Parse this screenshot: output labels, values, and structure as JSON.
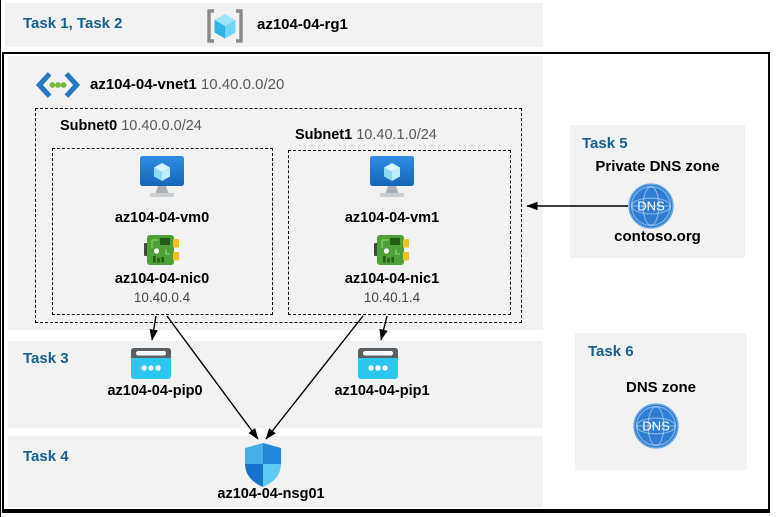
{
  "colors": {
    "band_gray": "#f1f2f1",
    "task_blue": "#17608f",
    "frame_black": "#000000",
    "vm_blue": "#1e78d2",
    "nic_green": "#4ea138",
    "pip_cyan": "#2cc7ec",
    "dns_blue": "#2e7dd2"
  },
  "header": {
    "tasks_label": "Task 1, Task 2",
    "resource_group": "az104-04-rg1"
  },
  "vnet": {
    "name": "az104-04-vnet1",
    "cidr": "10.40.0.0/20"
  },
  "subnets": [
    {
      "name": "Subnet0",
      "cidr": "10.40.0.0/24",
      "vm": "az104-04-vm0",
      "nic": "az104-04-nic0",
      "ip": "10.40.0.4"
    },
    {
      "name": "Subnet1",
      "cidr": "10.40.1.0/24",
      "vm": "az104-04-vm1",
      "nic": "az104-04-nic1",
      "ip": "10.40.1.4"
    }
  ],
  "task3": {
    "label": "Task 3",
    "pip0": "az104-04-pip0",
    "pip1": "az104-04-pip1"
  },
  "task4": {
    "label": "Task 4",
    "nsg": "az104-04-nsg01"
  },
  "task5": {
    "label": "Task 5",
    "title": "Private DNS zone",
    "zone": "contoso.org",
    "dns_text": "DNS"
  },
  "task6": {
    "label": "Task 6",
    "title": "DNS zone",
    "dns_text": "DNS"
  }
}
